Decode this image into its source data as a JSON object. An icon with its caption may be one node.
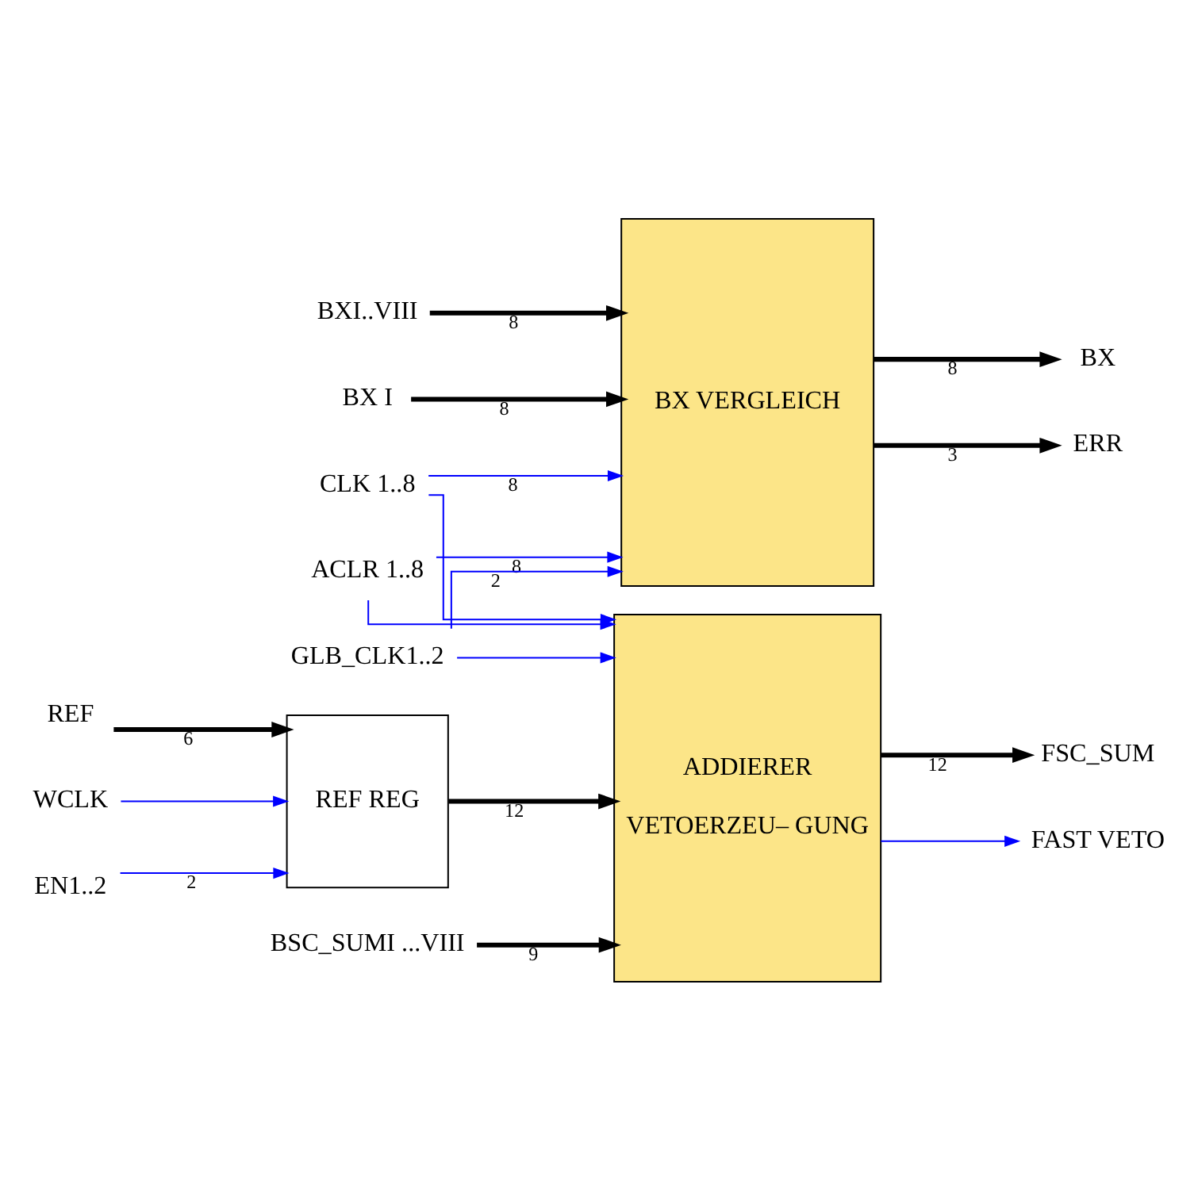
{
  "diagram": {
    "nodes": [
      {
        "text": [
          "BX I"
        ]
      },
      {
        "text": [
          "CLK 1..8"
        ]
      },
      {
        "text": [
          "ACLR 1..8"
        ]
      },
      {
        "text": [
          "BXI..VIII"
        ]
      },
      {
        "text": [
          "GLB_CLK1..2"
        ]
      },
      {
        "text": [
          "BSC_SUMI ...VIII"
        ]
      },
      {
        "text": [
          "REF"
        ]
      },
      {
        "text": [
          "WCLK"
        ]
      },
      {
        "text": [
          "EN1..2"
        ]
      },
      {
        "text": [
          "BX VERGLEICH"
        ]
      },
      {
        "text": [
          "ADDIERER",
          "VETOERZEU– GUNG"
        ]
      },
      {
        "text": [
          "REF REG"
        ]
      },
      {
        "text": [
          "BX"
        ]
      },
      {
        "text": [
          "ERR"
        ]
      },
      {
        "text": [
          "FSC_SUM"
        ]
      },
      {
        "text": [
          "FAST VETO"
        ]
      }
    ],
    "edges": [
      {
        "from": 0,
        "to": 9,
        "arrow": "to",
        "label": "8",
        "style": "thick",
        "color": "#000000"
      },
      {
        "from": 1,
        "to": 9,
        "arrow": "to",
        "label": "8"
      },
      {
        "from": 1,
        "to": 10,
        "arrow": "to"
      },
      {
        "from": 2,
        "to": 9,
        "arrow": "to",
        "label": "8"
      },
      {
        "from": 2,
        "to": 10,
        "arrow": "to"
      },
      {
        "from": 3,
        "to": 9,
        "arrow": "to",
        "label": "8",
        "style": "thick",
        "color": "#000000"
      },
      {
        "from": 4,
        "to": 9,
        "arrow": "to",
        "label": "2"
      },
      {
        "from": 4,
        "to": 10,
        "arrow": "to"
      },
      {
        "from": 5,
        "to": 10,
        "arrow": "to",
        "label": "9",
        "style": "thick",
        "color": "#000000"
      },
      {
        "from": 6,
        "to": 11,
        "arrow": "to",
        "label": "6",
        "style": "thick",
        "color": "#000000"
      },
      {
        "from": 7,
        "to": 11,
        "arrow": "to"
      },
      {
        "from": 8,
        "to": 11,
        "arrow": "to",
        "label": "2"
      },
      {
        "from": 11,
        "to": 10,
        "arrow": "to",
        "label": "12",
        "style": "thick",
        "color": "#000000"
      },
      {
        "from": 9,
        "to": 12,
        "arrow": "to",
        "label": "8",
        "style": "thick",
        "color": "#000000"
      },
      {
        "from": 9,
        "to": 13,
        "arrow": "to",
        "label": "3",
        "style": "thick",
        "color": "#000000"
      },
      {
        "from": 10,
        "to": 14,
        "arrow": "to",
        "label": "12",
        "style": "thick",
        "color": "#000000"
      },
      {
        "from": 10,
        "to": 15,
        "arrow": "to"
      }
    ]
  }
}
